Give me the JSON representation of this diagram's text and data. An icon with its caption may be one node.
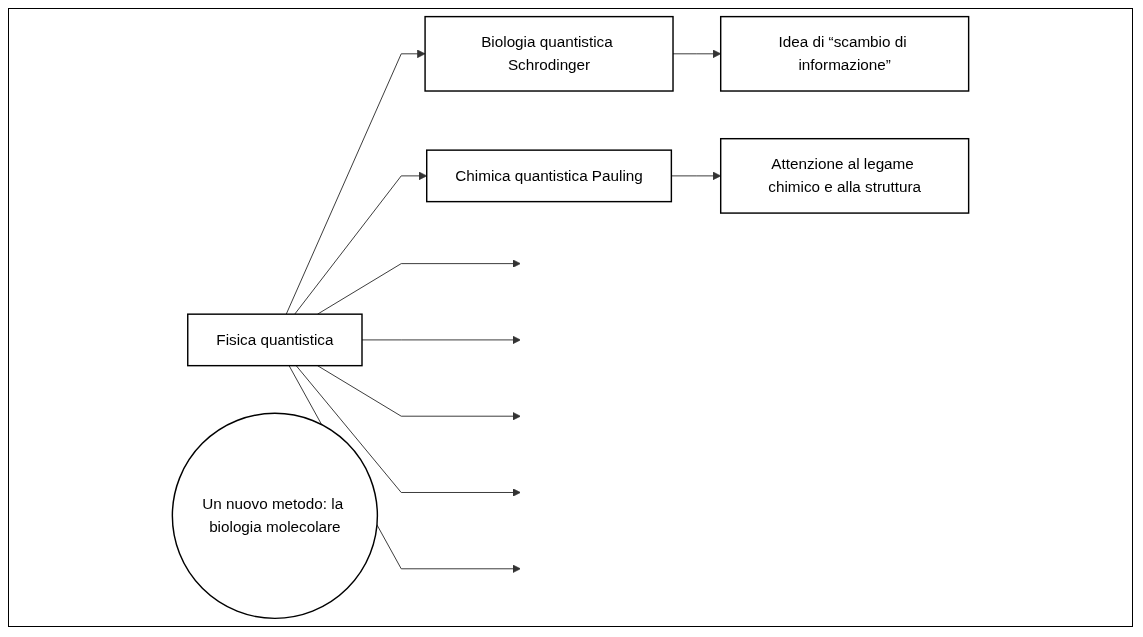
{
  "diagram": {
    "nodes": [
      {
        "text": [
          "Fisica quantistica"
        ]
      },
      {
        "text": [
          "Biologia quantistica Schrodinger"
        ]
      },
      {
        "text": [
          "Idea di “scambio di informazione”"
        ]
      },
      {
        "text": [
          "Chimica quantistica Pauling"
        ]
      },
      {
        "text": [
          "Attenzione al legame chimico e alla struttura"
        ]
      },
      {
        "text": [
          "Un nuovo metodo: la biologia molecolare"
        ]
      }
    ],
    "edges": [
      {
        "from": 0,
        "to": null,
        "arrow": "to"
      },
      {
        "from": 0,
        "to": null,
        "arrow": "to"
      },
      {
        "from": 0,
        "to": null,
        "arrow": "to"
      },
      {
        "from": 0,
        "to": 1,
        "arrow": "to"
      },
      {
        "from": 1,
        "to": 2,
        "arrow": "to"
      },
      {
        "from": 0,
        "to": null,
        "arrow": "to"
      },
      {
        "from": 0,
        "to": null,
        "arrow": "to"
      },
      {
        "from": 0,
        "to": 3,
        "arrow": "to"
      },
      {
        "from": 3,
        "to": 4,
        "arrow": "to"
      }
    ]
  }
}
